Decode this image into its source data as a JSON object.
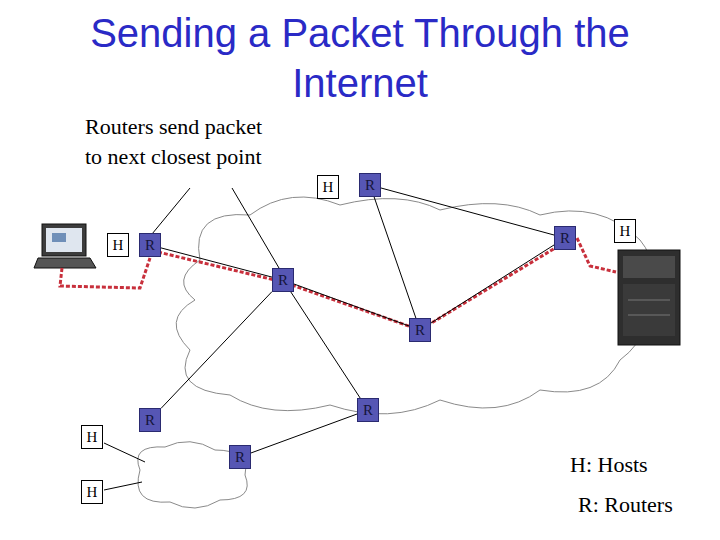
{
  "diagram": {
    "title": "Sending a Packet Through the Internet",
    "nodes": [
      {
        "text": [
          "H"
        ]
      },
      {
        "text": [
          "R"
        ]
      },
      {
        "text": [
          "H"
        ]
      },
      {
        "text": [
          "R"
        ]
      },
      {
        "text": [
          "R"
        ]
      },
      {
        "text": [
          "H"
        ]
      },
      {
        "text": [
          "R"
        ]
      },
      {
        "text": [
          "R"
        ]
      },
      {
        "text": [
          "R"
        ]
      },
      {
        "text": [
          "R"
        ]
      },
      {
        "text": [
          "H"
        ]
      },
      {
        "text": [
          "R"
        ]
      },
      {
        "text": [
          "H"
        ]
      }
    ],
    "edges": [
      {
        "from": 1,
        "to": 4,
        "arrow": "none"
      },
      {
        "from": 1,
        "to": 7,
        "arrow": "none"
      },
      {
        "from": 3,
        "to": 6,
        "arrow": "none"
      },
      {
        "from": 6,
        "to": 7,
        "arrow": "none"
      },
      {
        "from": 7,
        "to": 4,
        "arrow": "none"
      },
      {
        "from": 6,
        "to": 8,
        "arrow": "none"
      },
      {
        "from": 6,
        "to": 9,
        "arrow": "none"
      },
      {
        "from": 9,
        "to": 11,
        "arrow": "none"
      }
    ],
    "labels": [
      "Routers send packet to next closest point"
    ],
    "legend": [
      {
        "text": "H: Hosts"
      },
      {
        "text": "R: Routers"
      }
    ]
  }
}
